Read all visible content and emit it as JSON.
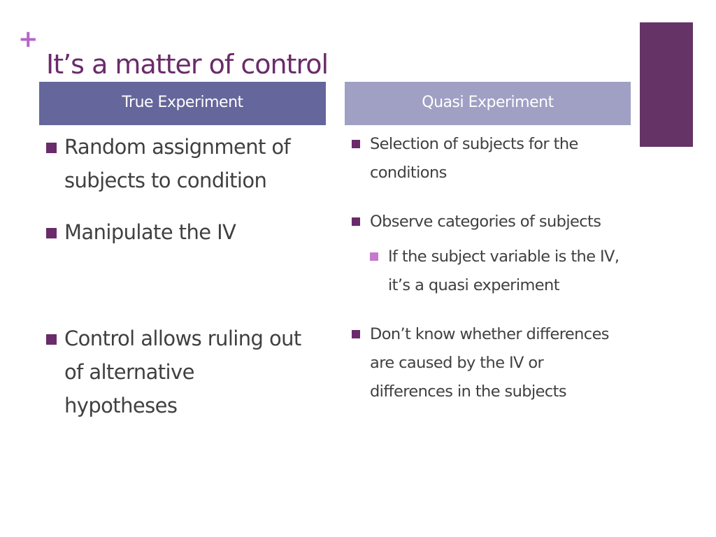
{
  "slide": {
    "plus_symbol": "+",
    "title": "It’s a matter of control",
    "colors": {
      "title": "#6a2b6a",
      "plus": "#b565c9",
      "accent_bar": "#663366",
      "header_left": "#65669b",
      "header_right": "#9fa0c4",
      "bullet": "#6a2b6a",
      "sub_bullet": "#c47acd",
      "body_text": "#404040"
    }
  },
  "columns": [
    {
      "header": "True Experiment",
      "bullets": [
        {
          "text": "Random assignment of subjects to condition",
          "sub": []
        },
        {
          "text": "Manipulate the IV",
          "sub": []
        },
        {
          "text": "Control allows ruling out of alternative hypotheses",
          "sub": []
        }
      ]
    },
    {
      "header": "Quasi Experiment",
      "bullets": [
        {
          "text": "Selection of subjects for the conditions",
          "sub": []
        },
        {
          "text": "Observe categories of subjects",
          "sub": [
            "If the subject variable is the IV, it’s a quasi experiment"
          ]
        },
        {
          "text": "Don’t know whether differences are caused by the IV or differences in the subjects",
          "sub": []
        }
      ]
    }
  ]
}
